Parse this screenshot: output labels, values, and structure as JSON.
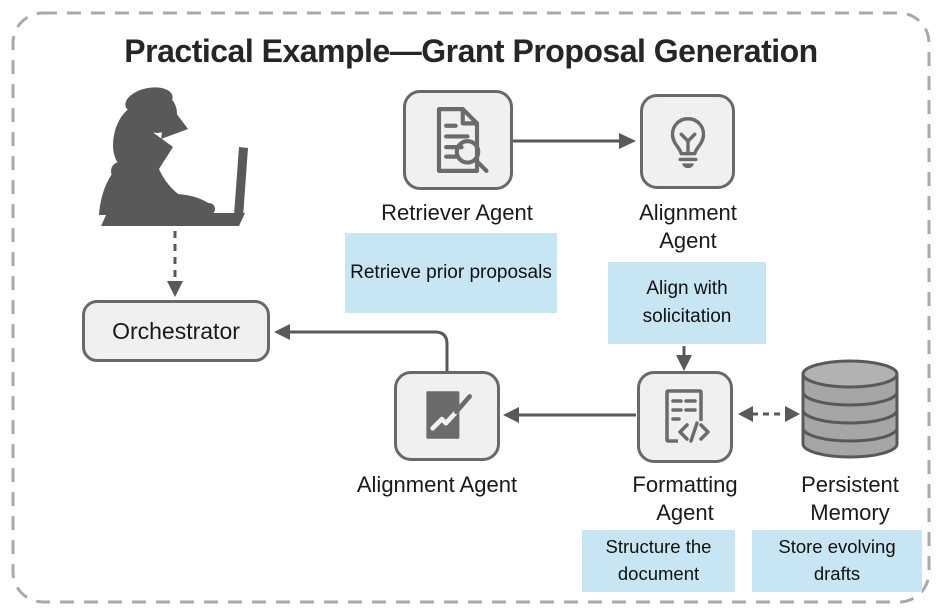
{
  "title": "Practical Example—Grant Proposal Generation",
  "colors": {
    "node_fill": "#f0f0f0",
    "node_border": "#696969",
    "callout_fill": "#c7e5f2",
    "arrow": "#595959",
    "border_dash": "#a9a9a9",
    "silhouette": "#595959",
    "icon_stroke": "#6b6b6b",
    "title_text": "#262626",
    "label_text": "#1a1a1a",
    "cyl_fill": "#a6a6a6",
    "cyl_top": "#b2b2b2"
  },
  "nodes": {
    "user": {
      "icon": "person-at-laptop-icon"
    },
    "orchestrator": {
      "label": "Orchestrator"
    },
    "retriever": {
      "label": "Retriever Agent",
      "icon": "document-search-icon"
    },
    "alignment_top": {
      "label": "Alignment Agent",
      "icon": "lightbulb-icon"
    },
    "alignment_bottom": {
      "label": "Alignment Agent",
      "icon": "trend-chart-icon"
    },
    "formatting": {
      "label": "Formatting Agent",
      "icon": "document-code-icon"
    },
    "memory": {
      "label": "Persistent Memory",
      "icon": "database-icon"
    }
  },
  "callouts": {
    "retrieve": "Retrieve prior proposals",
    "align": "Align with solicitation",
    "structure": "Structure the document",
    "store": "Store evolving drafts"
  }
}
